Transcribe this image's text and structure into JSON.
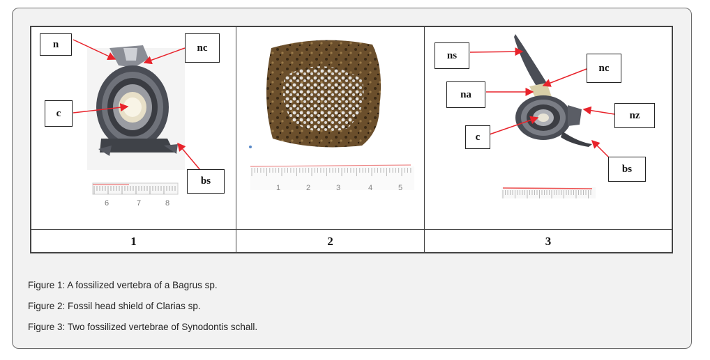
{
  "panels": [
    {
      "number": "1",
      "labels": {
        "n": "n",
        "nc": "nc",
        "c": "c",
        "bs": "bs"
      },
      "ruler": [
        "6",
        "7",
        "8"
      ]
    },
    {
      "number": "2",
      "ruler": [
        "1",
        "2",
        "3",
        "4",
        "5"
      ]
    },
    {
      "number": "3",
      "labels": {
        "ns": "ns",
        "nc": "nc",
        "na": "na",
        "nz": "nz",
        "c": "c",
        "bs": "bs"
      }
    }
  ],
  "captions": [
    "Figure 1: A fossilized vertebra of a Bagrus sp.",
    "Figure 2: Fossil head shield of Clarias sp.",
    "Figure 3: Two fossilized vertebrae of Synodontis schall."
  ],
  "colors": {
    "arrow": "#e8232b",
    "border": "#444444",
    "background": "#f2f2f2"
  }
}
